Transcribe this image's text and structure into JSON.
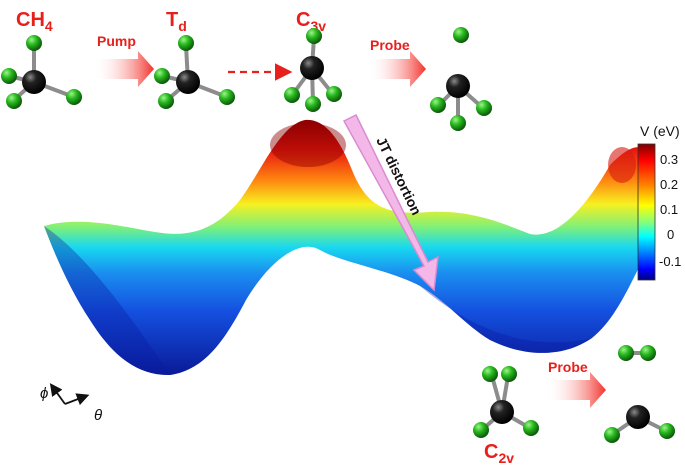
{
  "labels": {
    "ch4": "CH",
    "ch4_sub": "4",
    "td": "T",
    "td_sub": "d",
    "c3v": "C",
    "c3v_sub": "3v",
    "c2v": "C",
    "c2v_sub": "2v",
    "pump": "Pump",
    "probe_top": "Probe",
    "probe_bottom": "Probe",
    "jt": "JT distortion",
    "phi": "ϕ",
    "theta": "θ"
  },
  "colorbar": {
    "title": "V (eV)",
    "ticks": [
      "0.3",
      "0.2",
      "0.1",
      "0",
      "-0.1"
    ],
    "colors": [
      "#7f0000",
      "#ff0000",
      "#ff8000",
      "#ffff00",
      "#80ff80",
      "#00ffff",
      "#0080ff",
      "#0000ff",
      "#00007f"
    ]
  },
  "colors": {
    "accent_red": "#e8201c",
    "ligand_green": "#22a81e",
    "carbon_black": "#111111",
    "jt_arrow": "#f4b8e8"
  }
}
